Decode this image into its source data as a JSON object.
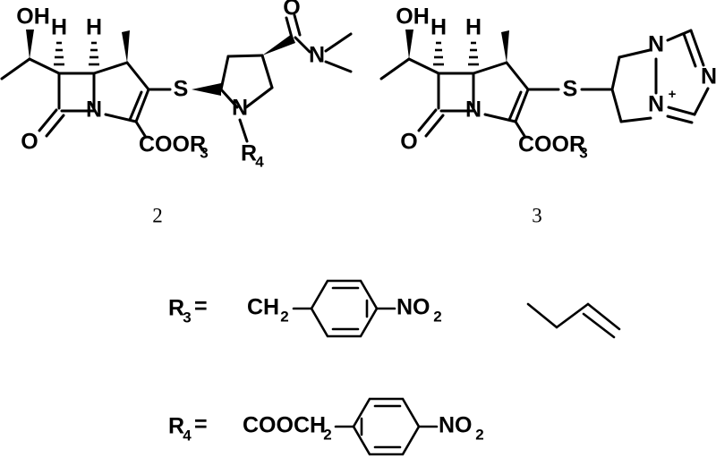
{
  "page": {
    "background_color": "#ffffff",
    "ink_color": "#000000",
    "kind": "chemical-structure-diagram"
  },
  "structures": [
    {
      "id": "compound-2",
      "number_label": "2",
      "name_hint": "carbapenem with dimethylcarbamoyl pyrrolidinylthio side chain",
      "atom_labels": {
        "hydroxyl": "OH",
        "h_c6": "H",
        "h_c5": "H",
        "ring_nitrogen": "N",
        "lactam_oxygen": "O",
        "ester": "COOR",
        "ester_sub": "3",
        "sulfur": "S",
        "pyrrolidine_nitrogen": "N",
        "amide_nitrogen": "N",
        "amide_oxygen": "O",
        "n_substituent": "R",
        "n_substituent_sub": "4"
      }
    },
    {
      "id": "compound-3",
      "number_label": "3",
      "name_hint": "carbapenem with pyrazolo-triazolium side chain",
      "atom_labels": {
        "hydroxyl": "OH",
        "h_c6": "H",
        "h_c5": "H",
        "ring_nitrogen": "N",
        "lactam_oxygen": "O",
        "ester": "COOR",
        "ester_sub": "3",
        "sulfur": "S",
        "bridgehead_nitrogen": "N",
        "cationic_nitrogen": "N",
        "cation_charge": "+",
        "triazole_nitrogen": "N"
      }
    }
  ],
  "definitions": [
    {
      "id": "r3-definition",
      "label": "R",
      "label_sub": "3",
      "equals": "=",
      "fragment_prefix": "CH",
      "fragment_prefix_sub": "2",
      "ring": "benzene",
      "fragment_suffix": "NO",
      "fragment_suffix_sub": "2",
      "full_text": "R3= CH2-C6H4-NO2"
    },
    {
      "id": "r4-definition",
      "label": "R",
      "label_sub": "4",
      "equals": "=",
      "fragment_prefix": "COOCH",
      "fragment_prefix_sub": "2",
      "ring": "benzene",
      "fragment_suffix": "NO",
      "fragment_suffix_sub": "2",
      "full_text": "R4= COOCH2-C6H4-NO2"
    }
  ],
  "extra_fragment": {
    "id": "butene-fragment",
    "description": "2-butene chain with terminal double bond"
  }
}
